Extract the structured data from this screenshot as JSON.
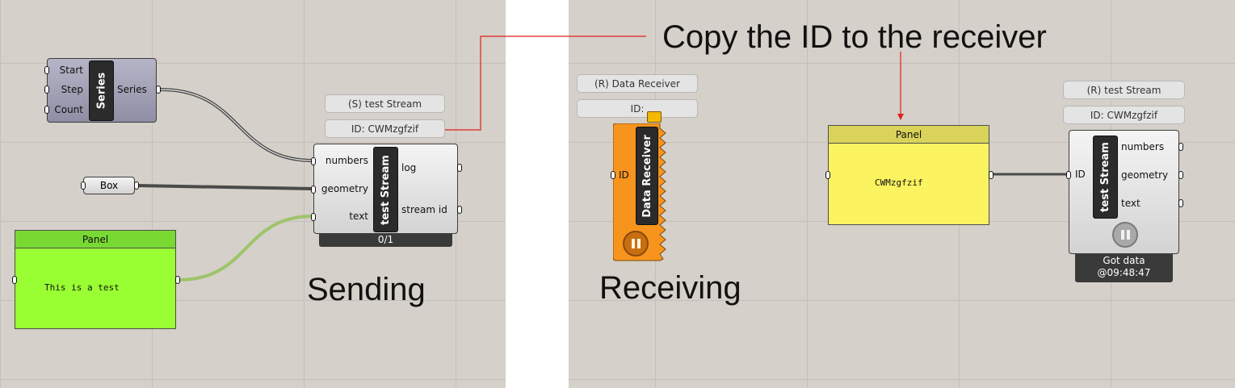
{
  "sending": {
    "heading": "Sending",
    "series_component": {
      "nickname": "Series",
      "inputs": [
        "Start",
        "Step",
        "Count"
      ],
      "output": "Series"
    },
    "box_param": {
      "label": "Box"
    },
    "panel": {
      "title": "Panel",
      "text": "This is a test"
    },
    "stream_component": {
      "name_label": "(S) test Stream",
      "id_label": "ID: CWMzgfzif",
      "nickname": "test Stream",
      "inputs": [
        "numbers",
        "geometry",
        "text"
      ],
      "outputs": [
        "log",
        "stream id"
      ],
      "footer": "0/1"
    }
  },
  "receiving": {
    "heading": "Receiving",
    "annotation": "Copy the ID to the receiver",
    "receiver_component": {
      "name_label": "(R) Data Receiver",
      "id_label": "ID:",
      "nickname": "Data Receiver",
      "input": "ID"
    },
    "panel": {
      "title": "Panel",
      "text": "CWMzgfzif"
    },
    "stream_component": {
      "name_label": "(R) test Stream",
      "id_label": "ID: CWMzgfzif",
      "nickname": "test Stream",
      "input": "ID",
      "outputs": [
        "numbers",
        "geometry",
        "text"
      ],
      "footer_line1": "Got data",
      "footer_line2": "@09:48:47"
    }
  },
  "colors": {
    "canvas": "#d5d0c9",
    "green_panel": "#99ff33",
    "yellow_panel": "#fbf35f",
    "receiver_orange": "#f7941d",
    "annotation_line": "#e0201b",
    "wire_grey": "#4a4a4a",
    "wire_green": "#9dc46a"
  }
}
